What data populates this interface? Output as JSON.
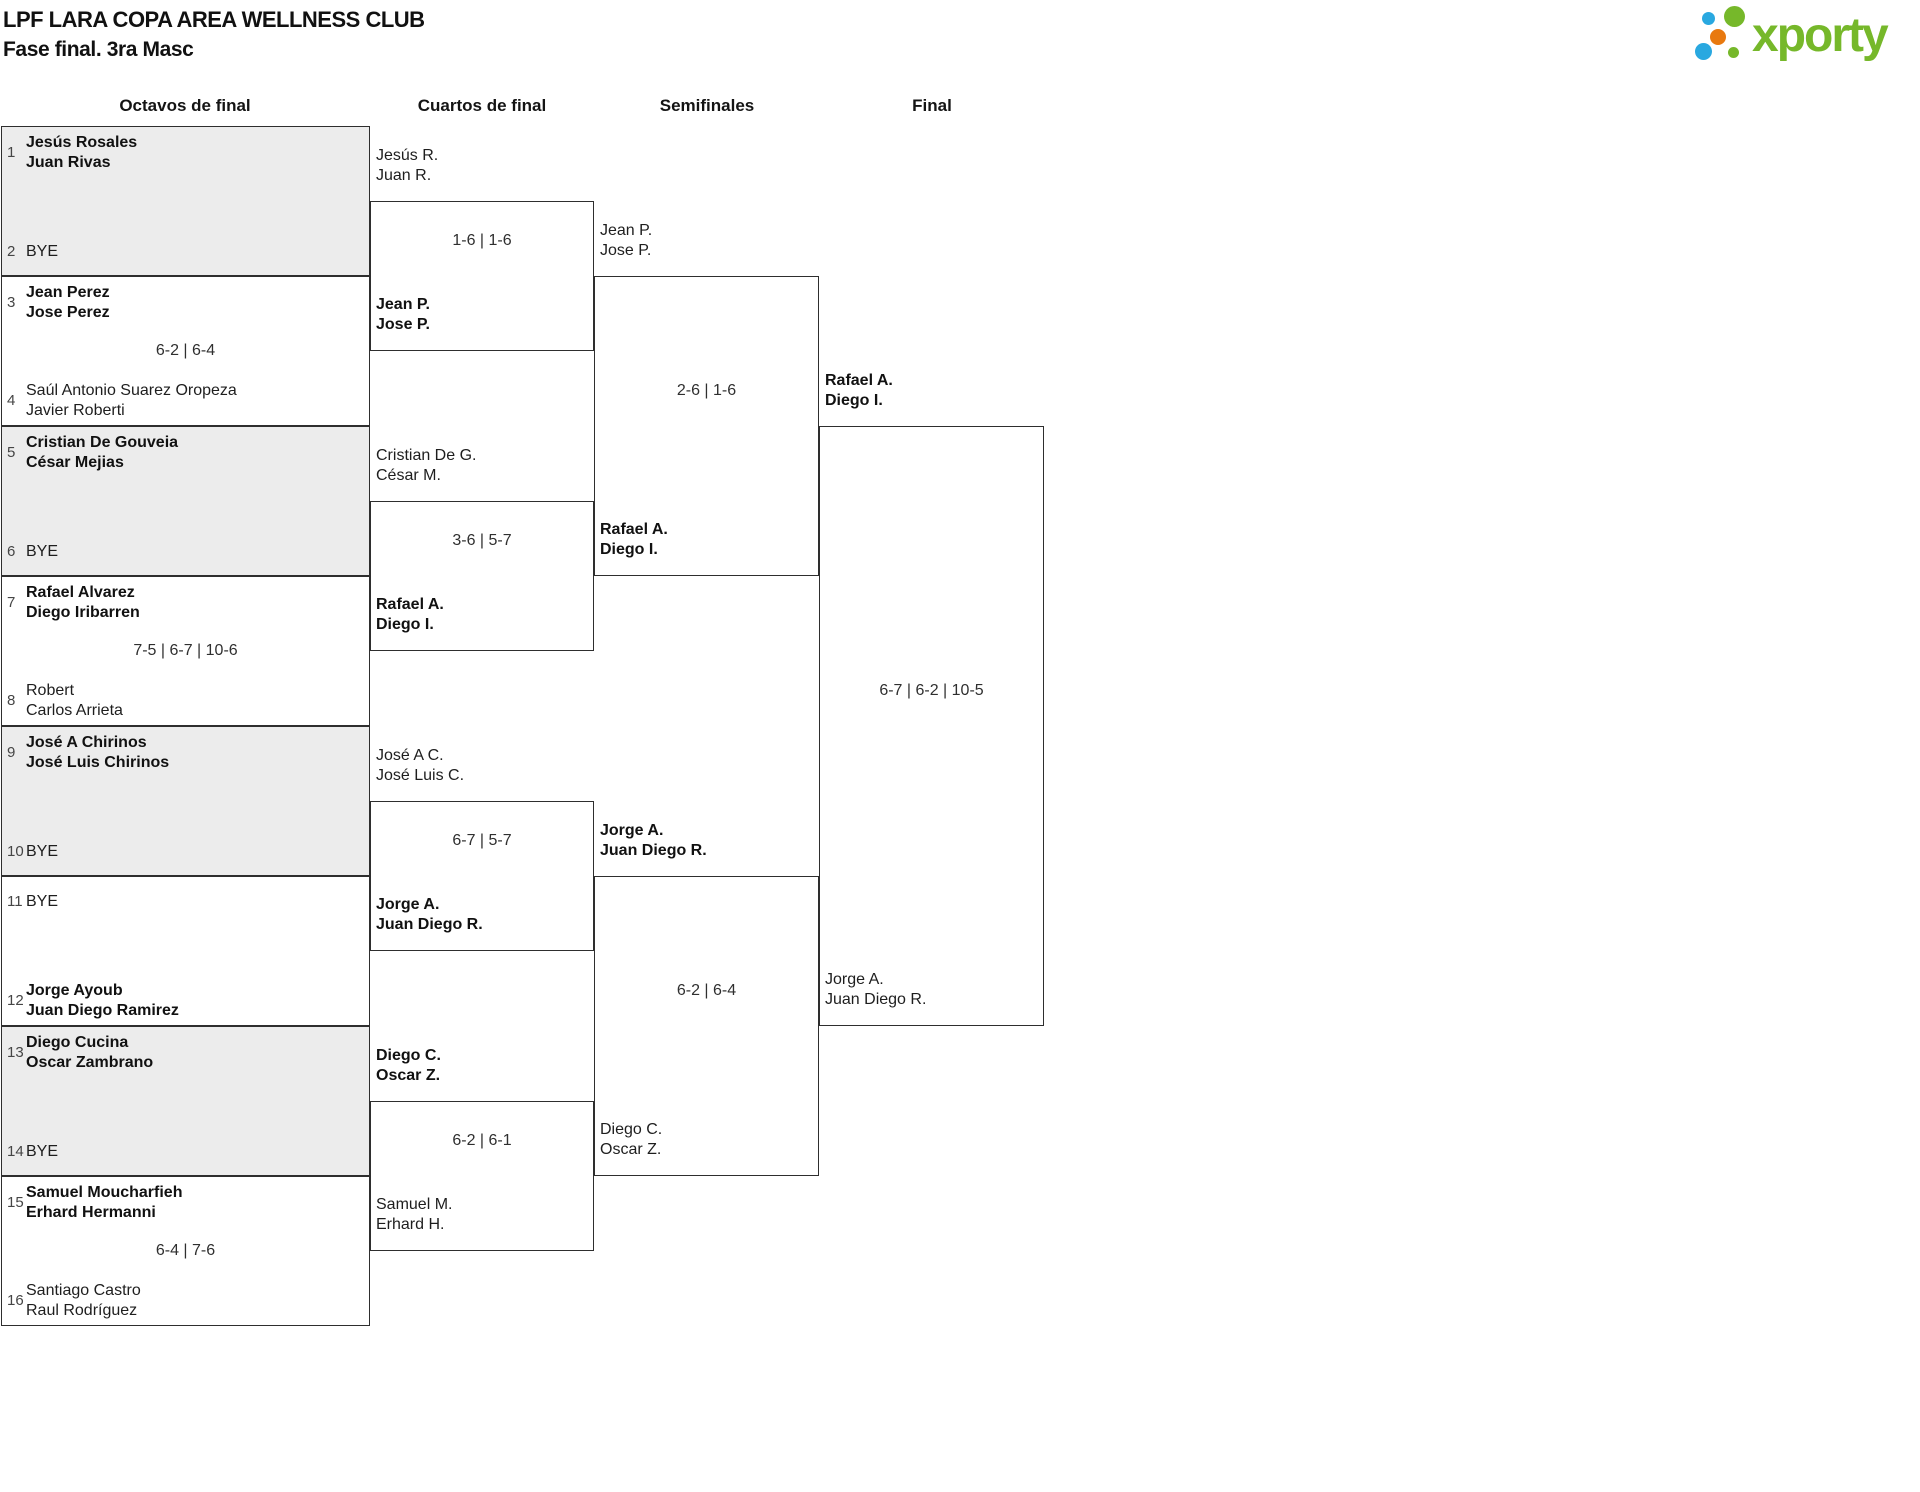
{
  "title_line1": "LPF LARA COPA AREA WELLNESS CLUB",
  "title_line2": "Fase final. 3ra Masc",
  "logo": {
    "text": "xporty",
    "colors": {
      "green": "#76b82a",
      "blue": "#29a8e0",
      "orange": "#e8790f"
    },
    "dots": [
      "blue",
      "green",
      "orange",
      "blue",
      "green"
    ]
  },
  "round_headers": [
    {
      "label": "Octavos de final"
    },
    {
      "label": "Cuartos de final"
    },
    {
      "label": "Semifinales"
    },
    {
      "label": "Final"
    }
  ],
  "octavos": [
    {
      "seed1": "1",
      "team1": [
        "Jesús Rosales",
        "Juan Rivas"
      ],
      "bold1": true,
      "seed2": "2",
      "team2": [
        "BYE"
      ],
      "bold2": false,
      "score": "",
      "shaded": true
    },
    {
      "seed1": "3",
      "team1": [
        "Jean Perez",
        "Jose Perez"
      ],
      "bold1": true,
      "seed2": "4",
      "team2": [
        "Saúl Antonio Suarez Oropeza",
        "Javier Roberti"
      ],
      "bold2": false,
      "score": "6-2 | 6-4",
      "shaded": false
    },
    {
      "seed1": "5",
      "team1": [
        "Cristian De Gouveia",
        "César Mejias"
      ],
      "bold1": true,
      "seed2": "6",
      "team2": [
        "BYE"
      ],
      "bold2": false,
      "score": "",
      "shaded": true
    },
    {
      "seed1": "7",
      "team1": [
        "Rafael Alvarez",
        "Diego Iribarren"
      ],
      "bold1": true,
      "seed2": "8",
      "team2": [
        "Robert",
        "Carlos Arrieta"
      ],
      "bold2": false,
      "score": "7-5 | 6-7 | 10-6",
      "shaded": false
    },
    {
      "seed1": "9",
      "team1": [
        "José A Chirinos",
        "José Luis Chirinos"
      ],
      "bold1": true,
      "seed2": "10",
      "team2": [
        "BYE"
      ],
      "bold2": false,
      "score": "",
      "shaded": true
    },
    {
      "seed1": "11",
      "team1": [
        "BYE"
      ],
      "bold1": false,
      "seed2": "12",
      "team2": [
        "Jorge Ayoub",
        "Juan Diego Ramirez"
      ],
      "bold2": true,
      "score": "",
      "shaded": false
    },
    {
      "seed1": "13",
      "team1": [
        "Diego Cucina",
        "Oscar Zambrano"
      ],
      "bold1": true,
      "seed2": "14",
      "team2": [
        "BYE"
      ],
      "bold2": false,
      "score": "",
      "shaded": true
    },
    {
      "seed1": "15",
      "team1": [
        "Samuel Moucharfieh",
        "Erhard Hermanni"
      ],
      "bold1": true,
      "seed2": "16",
      "team2": [
        "Santiago Castro",
        "Raul Rodríguez"
      ],
      "bold2": false,
      "score": "6-4 | 7-6",
      "shaded": false
    }
  ],
  "cuartos": [
    {
      "p1": [
        "Jesús R.",
        "Juan R."
      ],
      "bold1": false,
      "p2": [
        "Jean P.",
        "Jose P."
      ],
      "bold2": true,
      "score": "1-6 | 1-6"
    },
    {
      "p1": [
        "Cristian De G.",
        "César M."
      ],
      "bold1": false,
      "p2": [
        "Rafael A.",
        "Diego I."
      ],
      "bold2": true,
      "score": "3-6 | 5-7"
    },
    {
      "p1": [
        "José A C.",
        "José Luis C."
      ],
      "bold1": false,
      "p2": [
        "Jorge A.",
        "Juan Diego R."
      ],
      "bold2": true,
      "score": "6-7 | 5-7"
    },
    {
      "p1": [
        "Diego C.",
        "Oscar Z."
      ],
      "bold1": true,
      "p2": [
        "Samuel M.",
        "Erhard H."
      ],
      "bold2": false,
      "score": "6-2 | 6-1"
    }
  ],
  "semifinales": [
    {
      "p1": [
        "Jean P.",
        "Jose P."
      ],
      "bold1": false,
      "p2": [
        "Rafael A.",
        "Diego I."
      ],
      "bold2": true,
      "score": "2-6 | 1-6"
    },
    {
      "p1": [
        "Jorge A.",
        "Juan Diego R."
      ],
      "bold1": true,
      "p2": [
        "Diego C.",
        "Oscar Z."
      ],
      "bold2": false,
      "score": "6-2 | 6-4"
    }
  ],
  "final": [
    {
      "p1": [
        "Rafael A.",
        "Diego I."
      ],
      "bold1": true,
      "p2": [
        "Jorge A.",
        "Juan Diego R."
      ],
      "bold2": false,
      "score": "6-7 | 6-2 | 10-5"
    }
  ]
}
